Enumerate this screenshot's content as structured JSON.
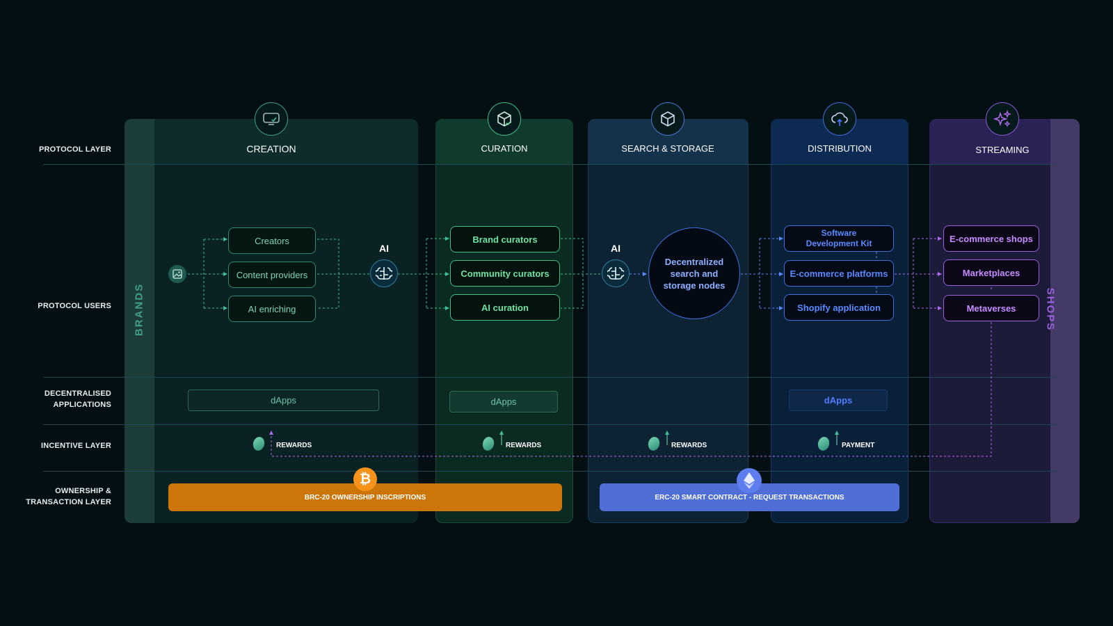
{
  "row_labels": {
    "protocol_layer": "PROTOCOL LAYER",
    "protocol_users": "PROTOCOL USERS",
    "dapps_line1": "DECENTRALISED",
    "dapps_line2": "APPLICATIONS",
    "incentive": "INCENTIVE LAYER",
    "ownership_line1": "OWNERSHIP &",
    "ownership_line2": "TRANSACTION LAYER"
  },
  "columns": {
    "creation": "CREATION",
    "curation": "CURATION",
    "search_storage": "SEARCH & STORAGE",
    "distribution": "DISTRIBUTION",
    "streaming": "STREAMING"
  },
  "side_labels": {
    "brands": "BRANDS",
    "shops": "SHOPS"
  },
  "ai_label": "AI",
  "creation_users": [
    "Creators",
    "Content providers",
    "AI enriching"
  ],
  "curation_users": [
    "Brand curators",
    "Community curators",
    "AI curation"
  ],
  "storage_node": "Decentralized search and storage nodes",
  "distribution_users": [
    "Software Development Kit",
    "E-commerce platforms",
    "Shopify application"
  ],
  "streaming_users": [
    "E-commerce shops",
    "Marketplaces",
    "Metaverses"
  ],
  "dapps_label": "dApps",
  "incentives": {
    "rewards": "REWARDS",
    "payment": "PAYMENT"
  },
  "bars": {
    "brc20": "BRC-20 OWNERSHIP INSCRIPTIONS",
    "erc20": "ERC-20 SMART CONTRACT -  REQUEST TRANSACTIONS"
  },
  "colors": {
    "creation": "#3fbf9a",
    "curation": "#6fe3a6",
    "search": "#6f94ff",
    "distribution": "#4e7cff",
    "streaming": "#b06cf0",
    "brc_bar": "#cc760a",
    "erc_bar": "#4f6fd6"
  },
  "icons": {
    "creation": "screen-check-icon",
    "curation": "cube-check-icon",
    "search_storage": "cube-icon",
    "distribution": "cloud-upload-icon",
    "streaming": "sparkles-icon",
    "brain": "brain-icon",
    "image": "image-icon",
    "bitcoin": "bitcoin-icon",
    "ethereum": "ethereum-icon",
    "coin": "token-coin-icon"
  }
}
